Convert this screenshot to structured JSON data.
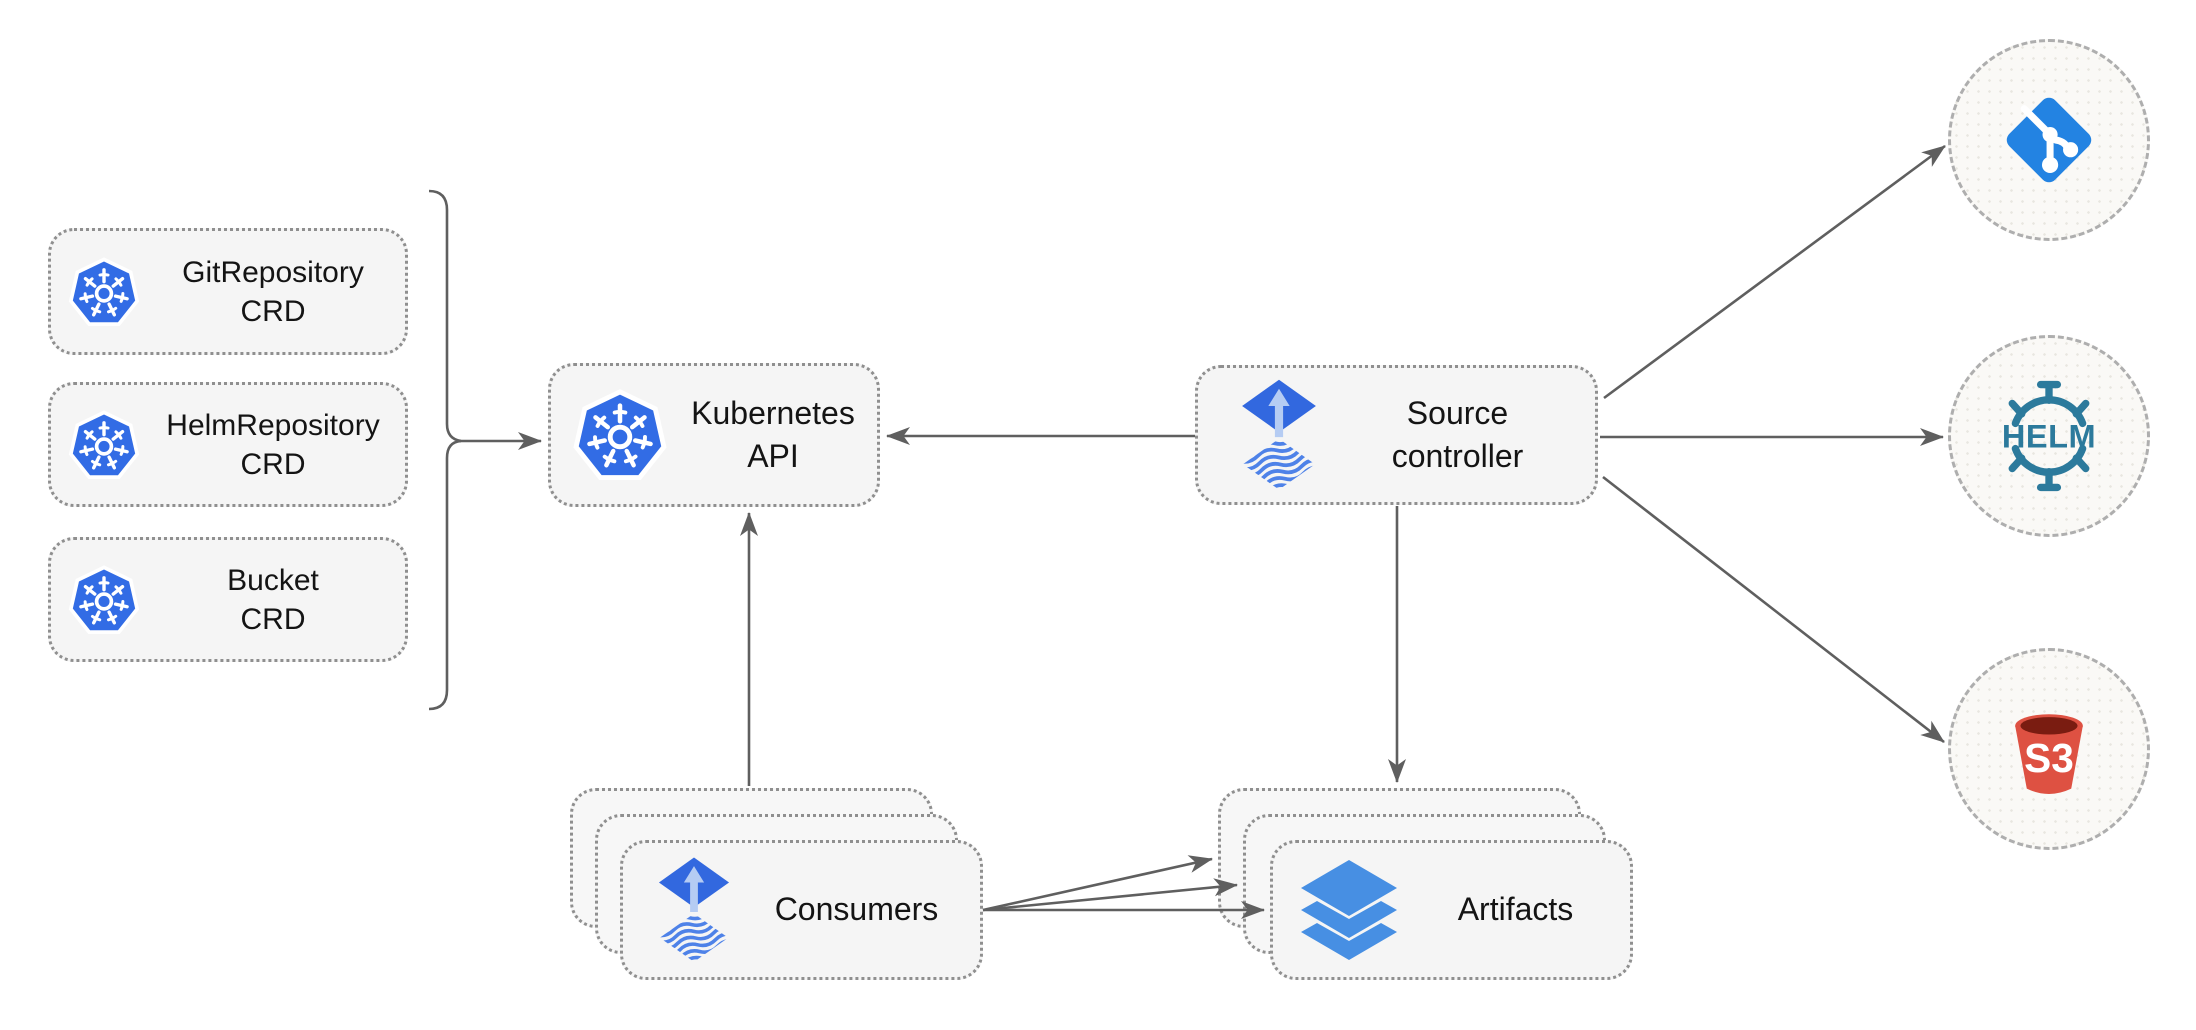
{
  "diagram": {
    "crds": [
      {
        "line1": "GitRepository",
        "line2": "CRD",
        "icon": "kubernetes"
      },
      {
        "line1": "HelmRepository",
        "line2": "CRD",
        "icon": "kubernetes"
      },
      {
        "line1": "Bucket",
        "line2": "CRD",
        "icon": "kubernetes"
      }
    ],
    "kubernetes_api": {
      "label": "Kubernetes API",
      "icon": "kubernetes"
    },
    "source_controller": {
      "line1": "Source",
      "line2": "controller",
      "icon": "flux"
    },
    "consumers": {
      "label": "Consumers",
      "icon": "flux",
      "stacked": 3
    },
    "artifacts": {
      "label": "Artifacts",
      "icon": "layers",
      "stacked": 3
    },
    "externals": [
      {
        "name": "git",
        "icon": "git-icon",
        "text": ""
      },
      {
        "name": "helm",
        "icon": "helm-icon",
        "text": "HELM"
      },
      {
        "name": "s3",
        "icon": "s3-bucket-icon",
        "text": "S3"
      }
    ],
    "edges": [
      {
        "from": "crd-group",
        "to": "kubernetes-api",
        "via": "bracket"
      },
      {
        "from": "source-controller",
        "to": "kubernetes-api"
      },
      {
        "from": "consumers",
        "to": "kubernetes-api"
      },
      {
        "from": "source-controller",
        "to": "artifacts"
      },
      {
        "from": "source-controller",
        "to": "git"
      },
      {
        "from": "source-controller",
        "to": "helm"
      },
      {
        "from": "source-controller",
        "to": "s3"
      },
      {
        "from": "consumers",
        "to": "artifacts",
        "count": 3
      }
    ],
    "colors": {
      "kubernetes_blue": "#326CE5",
      "flux_blue": "#3268DF",
      "flux_arrow_light": "#b5ccf3",
      "layers_blue": "#478FE3",
      "git_blue": "#2383E2",
      "helm_teal": "#2C7A9C",
      "s3_red": "#DE5142",
      "s3_dark": "#7A1C11",
      "box_fill": "#f5f5f5",
      "border_gray": "#8f8f8f",
      "arrow_gray": "#5f5f5f"
    }
  }
}
